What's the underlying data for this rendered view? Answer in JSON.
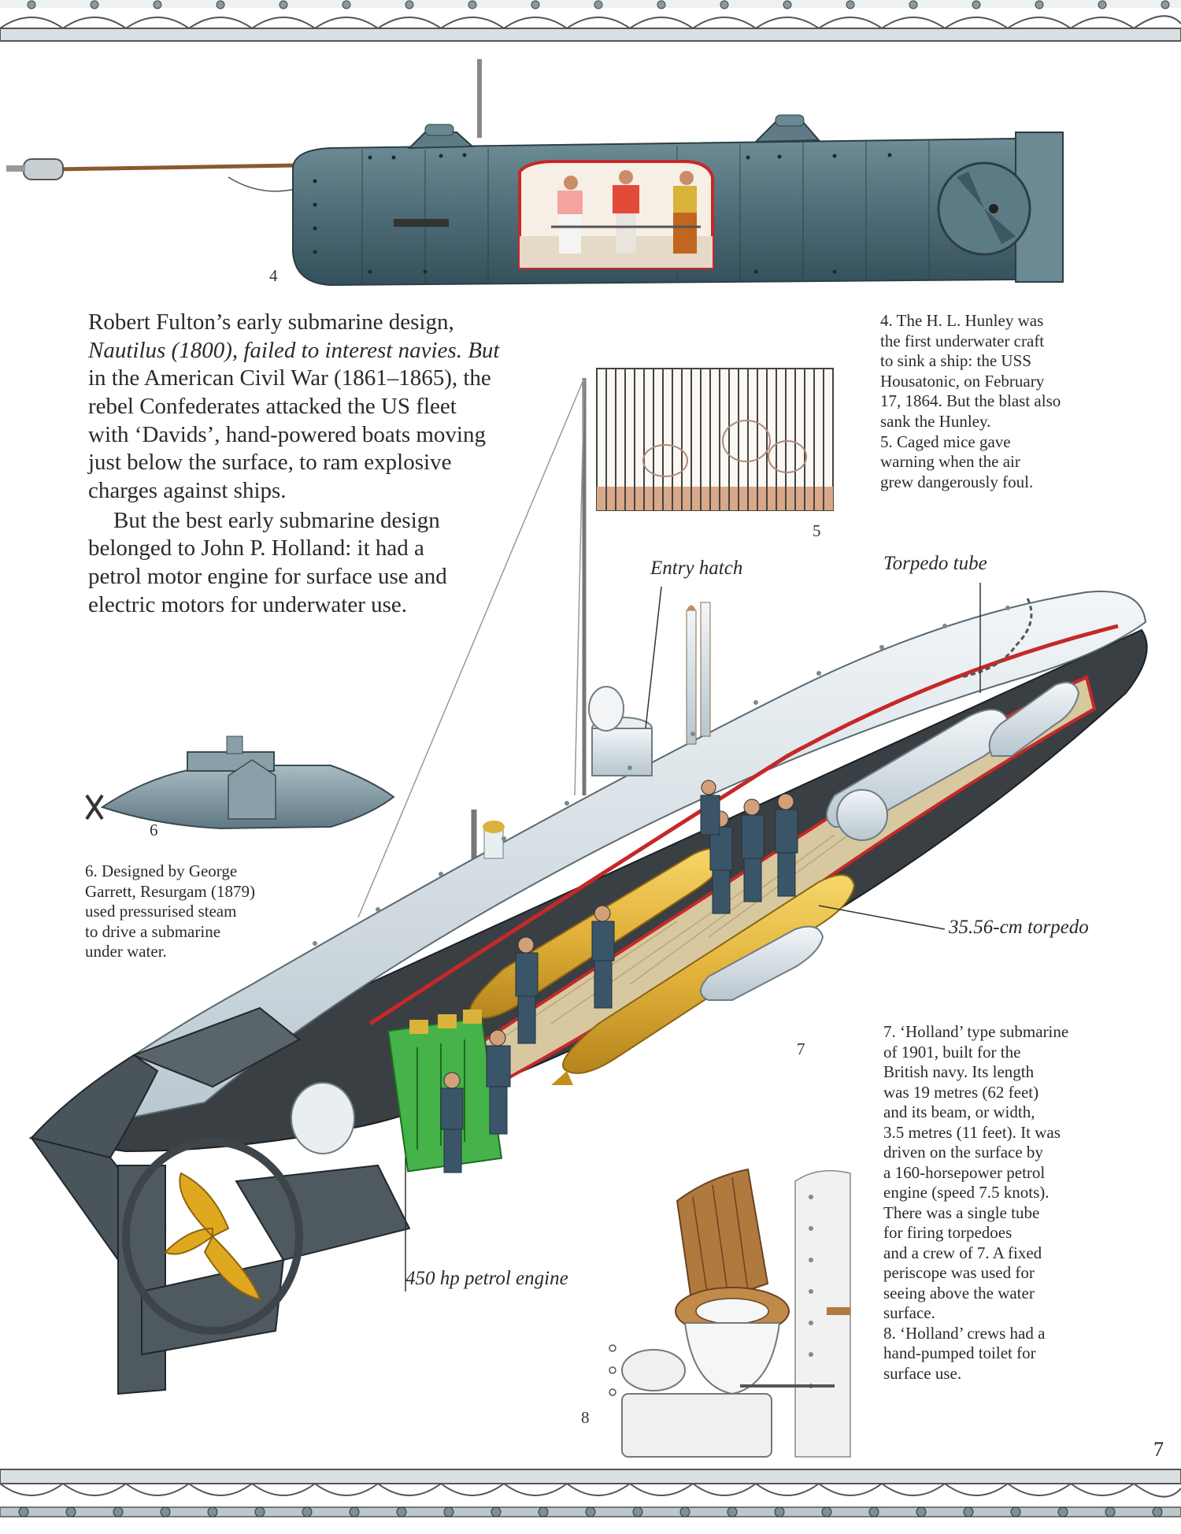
{
  "main_text": {
    "paragraph1": [
      "Robert Fulton’s early submarine design,",
      "Nautilus (1800), failed to interest navies. But",
      "in the American Civil War (1861–1865), the",
      "rebel Confederates attacked the US fleet",
      "with ‘Davids’, hand-powered boats moving",
      "just below the surface, to ram explosive",
      "charges against ships."
    ],
    "paragraph2": [
      "But the best early submarine design",
      "belonged to John P. Holland: it had a",
      "petrol motor engine for surface use and",
      "electric motors for underwater use."
    ]
  },
  "captions": {
    "hunley": [
      "4. The H. L. Hunley was",
      "the first underwater craft",
      "to sink a ship: the USS",
      "Housatonic, on February",
      "17, 1864. But the blast also",
      "sank the Hunley."
    ],
    "mice": [
      "5. Caged mice gave",
      "warning when the air",
      "grew dangerously foul."
    ],
    "resurgam": [
      "6. Designed by George",
      "Garrett, Resurgam (1879)",
      "used pressurised steam",
      "to drive a submarine",
      "under water."
    ],
    "holland": [
      "7. ‘Holland’ type submarine",
      "of 1901, built for the",
      "British navy. Its length",
      "was 19 metres (62 feet)",
      "and its beam, or width,",
      "3.5 metres (11 feet). It was",
      "driven on the surface by",
      "a 160-horsepower petrol",
      "engine (speed 7.5 knots).",
      "There was a single tube",
      "for firing torpedoes",
      "and a crew of 7. A fixed",
      "periscope was used for",
      "seeing above the water",
      "surface."
    ],
    "toilet": [
      "8. ‘Holland’ crews had a",
      "hand-pumped toilet for",
      "surface use."
    ]
  },
  "labels": {
    "entry_hatch": "Entry hatch",
    "torpedo_tube": "Torpedo tube",
    "torpedo": "35.56-cm torpedo",
    "engine": "450 hp petrol engine"
  },
  "figure_numbers": {
    "n4": "4",
    "n5": "5",
    "n6": "6",
    "n7": "7",
    "n8": "8"
  },
  "page_number": "7",
  "colors": {
    "hull_blue": "#4f6d78",
    "hull_white": "#e8eef2",
    "hull_dark": "#3a3f44",
    "torpedo_gold": "#e2b23a",
    "engine_green": "#46b24a",
    "deck_tan": "#d8c8a0",
    "wood": "#b07a3e"
  }
}
